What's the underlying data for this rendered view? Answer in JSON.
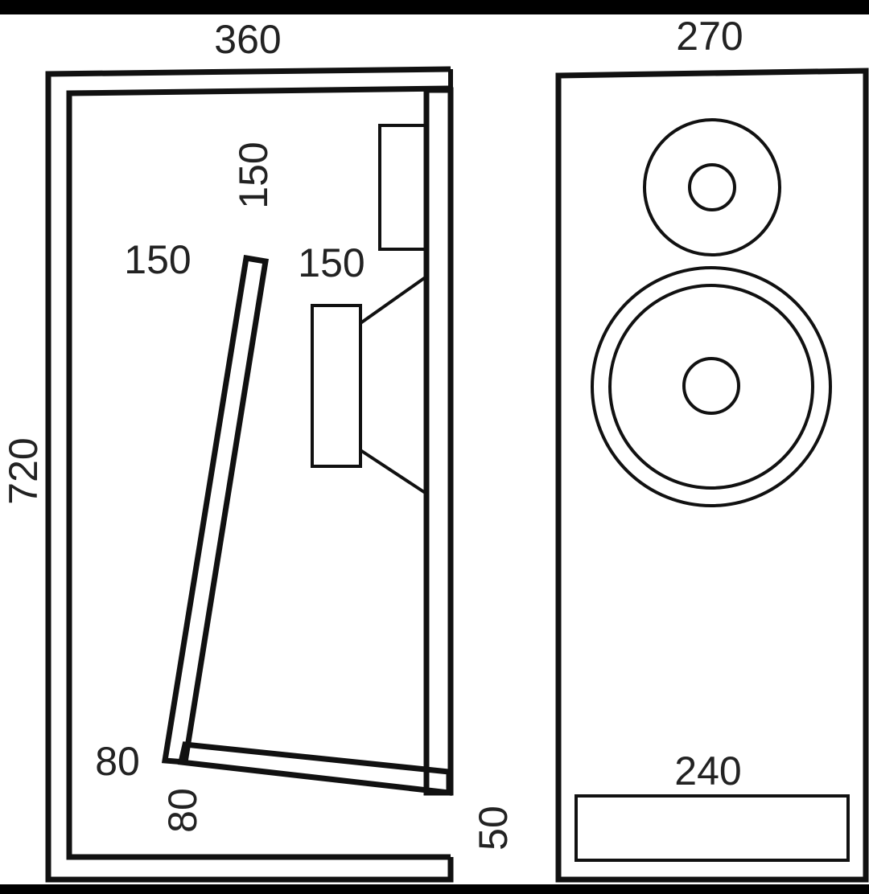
{
  "side_view": {
    "width_label": "360",
    "height_label": "720",
    "tweeter_height_label": "150",
    "panel_top_label": "150",
    "woofer_label": "150",
    "panel_bottom_label": "80",
    "port_gap_label": "80",
    "floor_label": "50"
  },
  "front_view": {
    "width_label": "270",
    "port_width_label": "240"
  },
  "colors": {
    "ink": "#111111",
    "background": "#ffffff"
  }
}
